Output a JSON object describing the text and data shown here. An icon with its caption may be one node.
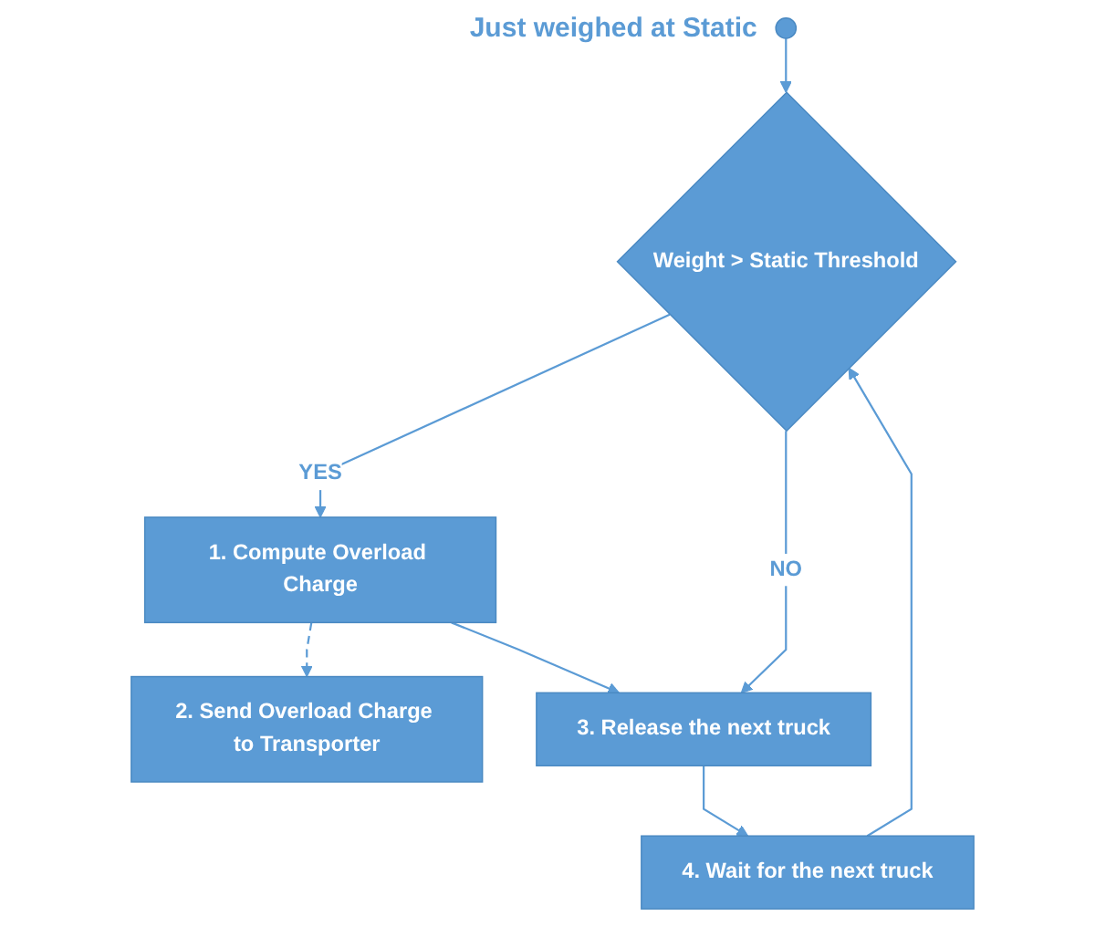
{
  "diagram": {
    "nodes": [
      {
        "text": [],
        "shape": "circle",
        "beside": [
          "Just weighed at Static"
        ]
      },
      {
        "text": [
          "Weight > Static Threshold"
        ]
      },
      {
        "text": [
          "4. Wait for the next truck"
        ]
      },
      {
        "text": [
          "1. Compute Overload Charge"
        ]
      },
      {
        "text": [
          "2. Send Overload Charge to Transporter"
        ]
      },
      {
        "text": [
          "3. Release the next truck"
        ]
      }
    ],
    "edges": [
      {
        "from": 0,
        "to": 1,
        "arrow": "to"
      },
      {
        "from": 2,
        "to": 1,
        "arrow": "to"
      },
      {
        "from": 1,
        "to": 3,
        "arrow": "to",
        "label": "YES"
      },
      {
        "from": 1,
        "to": 5,
        "arrow": "to",
        "label": "NO"
      },
      {
        "from": 3,
        "to": 4,
        "arrow": "to",
        "style": "dashed"
      },
      {
        "from": 3,
        "to": 5,
        "arrow": "to"
      },
      {
        "from": 5,
        "to": 2,
        "arrow": "to"
      }
    ]
  }
}
